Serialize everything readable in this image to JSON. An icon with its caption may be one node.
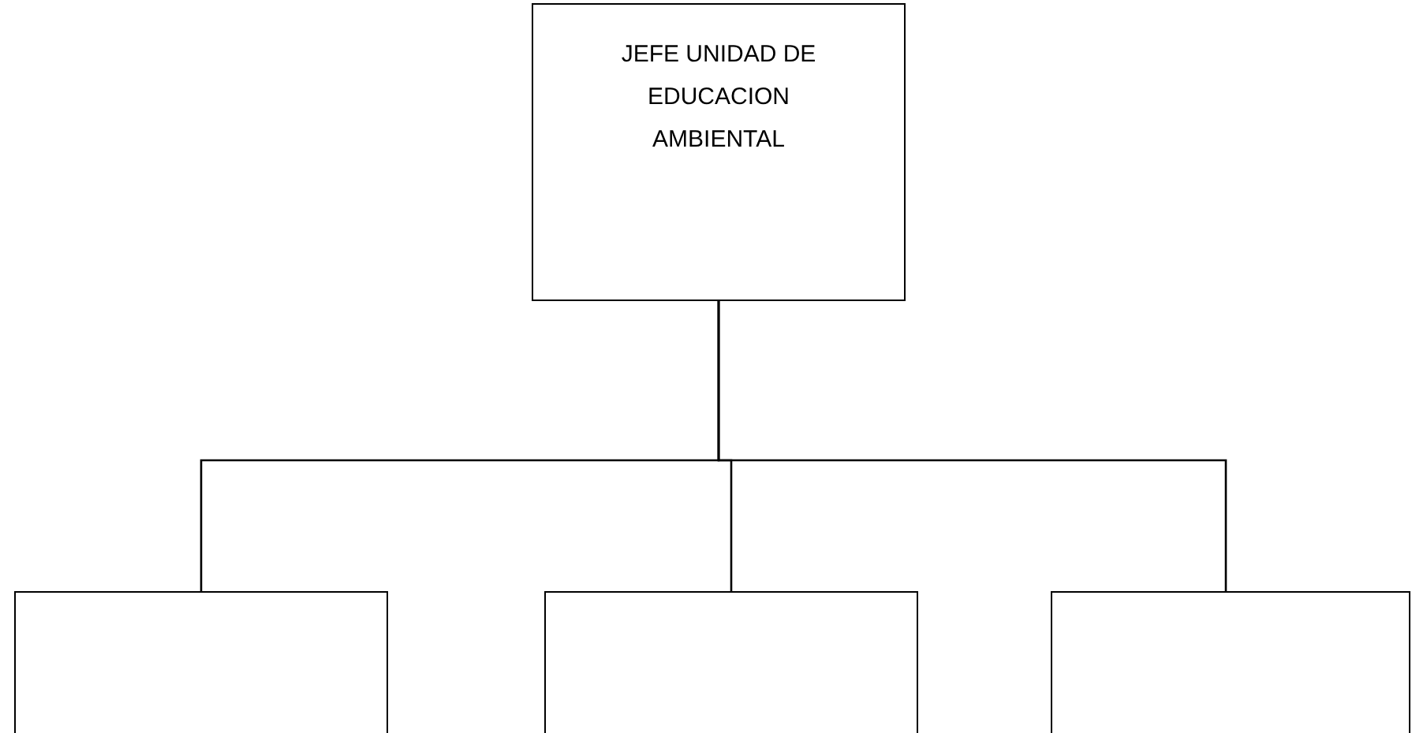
{
  "diagram": {
    "nodes": [
      {
        "text": [
          "JEFE UNIDAD DE EDUCACION AMBIENTAL"
        ]
      },
      {
        "text": [],
        "shape": "box"
      },
      {
        "text": [],
        "shape": "box"
      },
      {
        "text": [],
        "shape": "box"
      }
    ],
    "edges": [
      {
        "from": 0,
        "to": 1,
        "arrow": "none"
      },
      {
        "from": 0,
        "to": 2,
        "arrow": "none"
      },
      {
        "from": 0,
        "to": 3,
        "arrow": "none"
      }
    ]
  }
}
